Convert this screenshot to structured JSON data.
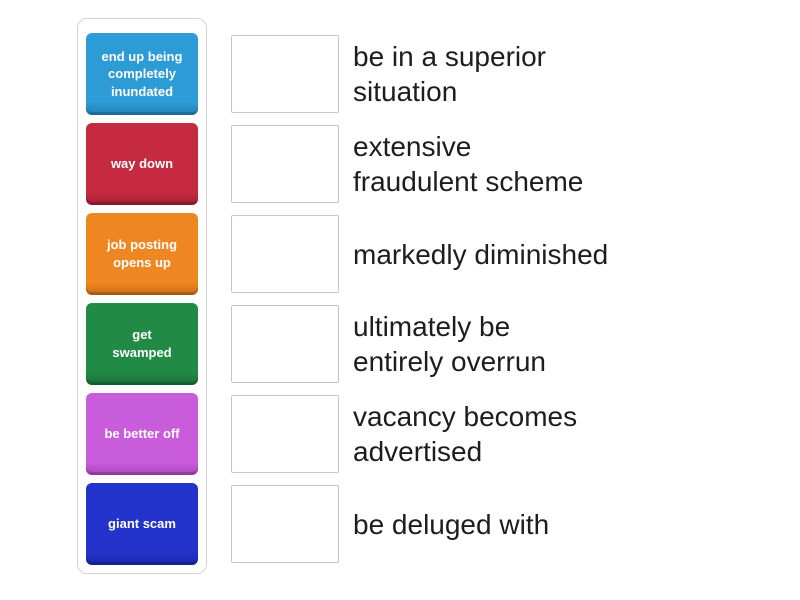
{
  "activity": {
    "type": "match-up",
    "tile_text_color": "#ffffff",
    "definition_text_color": "#1d1d1d",
    "panel_border_color": "#d4d4d4",
    "dropbox_border_color": "#c6c6c6"
  },
  "tiles": [
    {
      "label": "end up being\ncompletely\ninundated",
      "color": "#2c9bd6",
      "color_dark": "#2383b8"
    },
    {
      "label": "way down",
      "color": "#c52a41",
      "color_dark": "#a31f33"
    },
    {
      "label": "job posting\nopens up",
      "color": "#ee8721",
      "color_dark": "#ca6f15"
    },
    {
      "label": "get\nswamped",
      "color": "#218b45",
      "color_dark": "#186f36"
    },
    {
      "label": "be better off",
      "color": "#c95cdb",
      "color_dark": "#ab46ba"
    },
    {
      "label": "giant scam",
      "color": "#2333cb",
      "color_dark": "#1a26a8"
    }
  ],
  "targets": [
    {
      "definition": "be in a superior\nsituation"
    },
    {
      "definition": "extensive\nfraudulent scheme"
    },
    {
      "definition": "markedly diminished"
    },
    {
      "definition": "ultimately be\nentirely overrun"
    },
    {
      "definition": "vacancy becomes\nadvertised"
    },
    {
      "definition": "be deluged with"
    }
  ]
}
